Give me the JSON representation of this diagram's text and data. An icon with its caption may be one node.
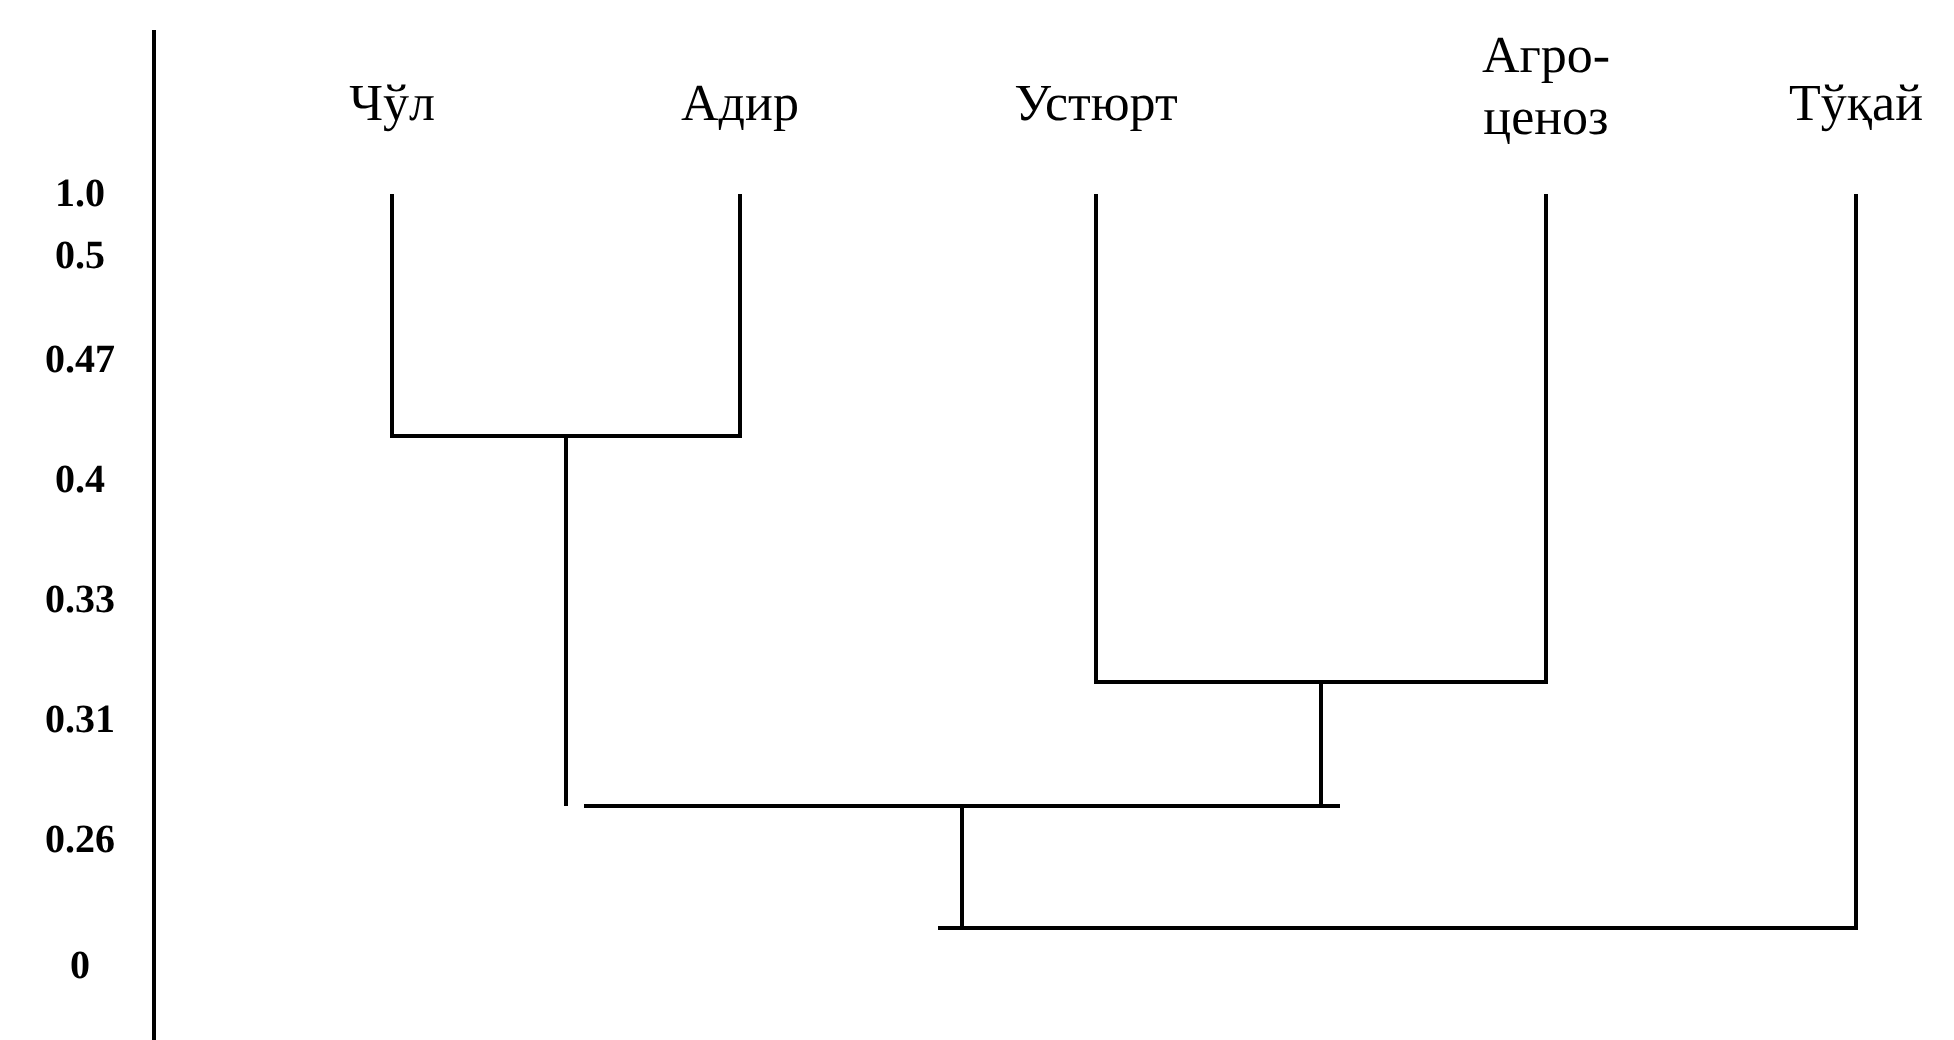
{
  "diagram": {
    "nodes": [
      {
        "text": [
          "Чўл"
        ]
      },
      {
        "text": [
          "Адир"
        ]
      },
      {
        "text": [
          "Устюрт"
        ]
      },
      {
        "text": [
          "Агро- ценоз"
        ]
      },
      {
        "text": [
          "Тўқай"
        ]
      },
      {
        "text": [],
        "shape": "bar"
      },
      {
        "text": [],
        "shape": "bar"
      },
      {
        "text": [],
        "shape": "bar"
      },
      {
        "text": [],
        "shape": "bar"
      }
    ],
    "edges": [
      {
        "from": 0,
        "to": 5,
        "arrow": "none"
      },
      {
        "from": 1,
        "to": 5,
        "arrow": "none"
      },
      {
        "from": 2,
        "to": 6,
        "arrow": "none"
      },
      {
        "from": 3,
        "to": 6,
        "arrow": "none"
      },
      {
        "from": 5,
        "to": 7,
        "arrow": "none"
      },
      {
        "from": 6,
        "to": 7,
        "arrow": "none"
      },
      {
        "from": 7,
        "to": 8,
        "arrow": "none"
      },
      {
        "from": 4,
        "to": 8,
        "arrow": "none"
      }
    ],
    "labels": [
      "1.0",
      "0.5",
      "0.47",
      "0.4",
      "0.33",
      "0.31",
      "0.26",
      "0"
    ]
  }
}
